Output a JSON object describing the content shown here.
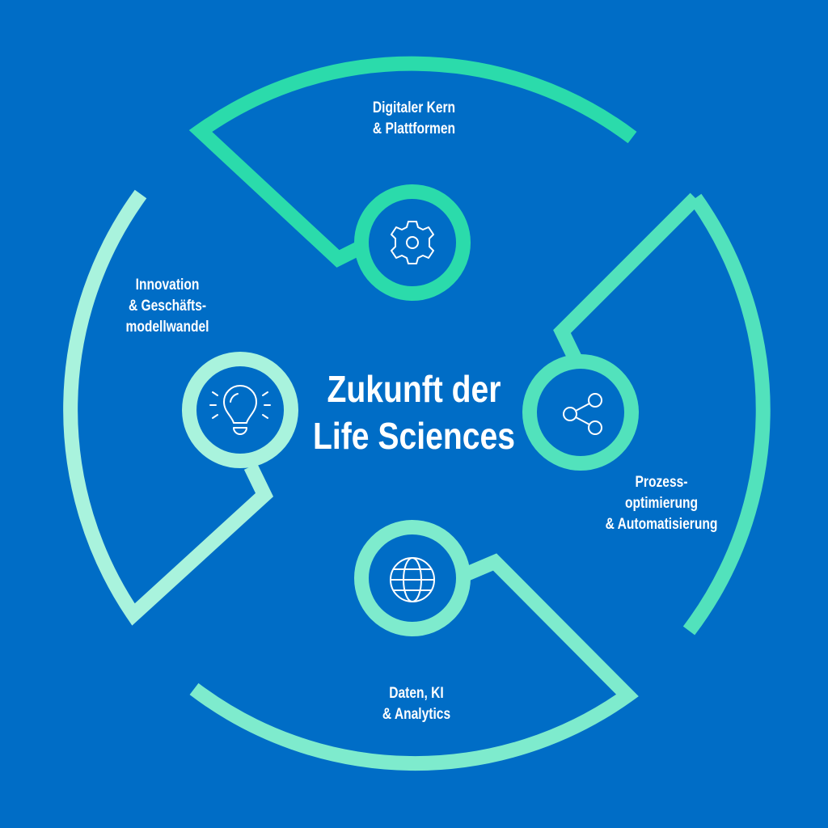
{
  "title": {
    "line1": "Zukunft der",
    "line2": "Life Sciences"
  },
  "segments": [
    {
      "id": "top",
      "lines": [
        "Digitaler Kern",
        "& Plattformen"
      ],
      "icon": "gear-icon",
      "color": "#2BDBAB"
    },
    {
      "id": "right",
      "lines": [
        "Prozess-",
        "optimierung",
        "& Automatisierung"
      ],
      "icon": "share-icon",
      "color": "#52E2BC"
    },
    {
      "id": "bottom",
      "lines": [
        "Daten, KI",
        "& Analytics"
      ],
      "icon": "globe-icon",
      "color": "#7EEBCD"
    },
    {
      "id": "left",
      "lines": [
        "Innovation",
        "& Geschäfts-",
        "modellwandel"
      ],
      "icon": "lightbulb-icon",
      "color": "#A9F3DD"
    }
  ],
  "colors": {
    "background": "#006DC6",
    "icon_stroke": "#FFFFFF"
  }
}
